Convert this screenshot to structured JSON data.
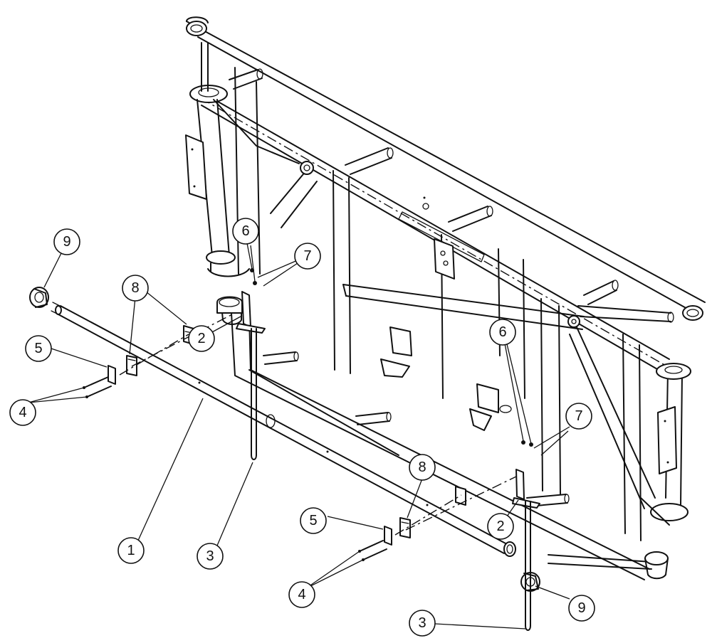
{
  "callouts": [
    {
      "id": "c9a",
      "label": "9"
    },
    {
      "id": "c8a",
      "label": "8"
    },
    {
      "id": "c5a",
      "label": "5"
    },
    {
      "id": "c4a",
      "label": "4"
    },
    {
      "id": "c6a",
      "label": "6"
    },
    {
      "id": "c7a",
      "label": "7"
    },
    {
      "id": "c2a",
      "label": "2"
    },
    {
      "id": "c1",
      "label": "1"
    },
    {
      "id": "c3a",
      "label": "3"
    },
    {
      "id": "c6b",
      "label": "6"
    },
    {
      "id": "c7b",
      "label": "7"
    },
    {
      "id": "c8b",
      "label": "8"
    },
    {
      "id": "c2b",
      "label": "2"
    },
    {
      "id": "c5b",
      "label": "5"
    },
    {
      "id": "c4b",
      "label": "4"
    },
    {
      "id": "c9b",
      "label": "9"
    },
    {
      "id": "c3b",
      "label": "3"
    }
  ]
}
